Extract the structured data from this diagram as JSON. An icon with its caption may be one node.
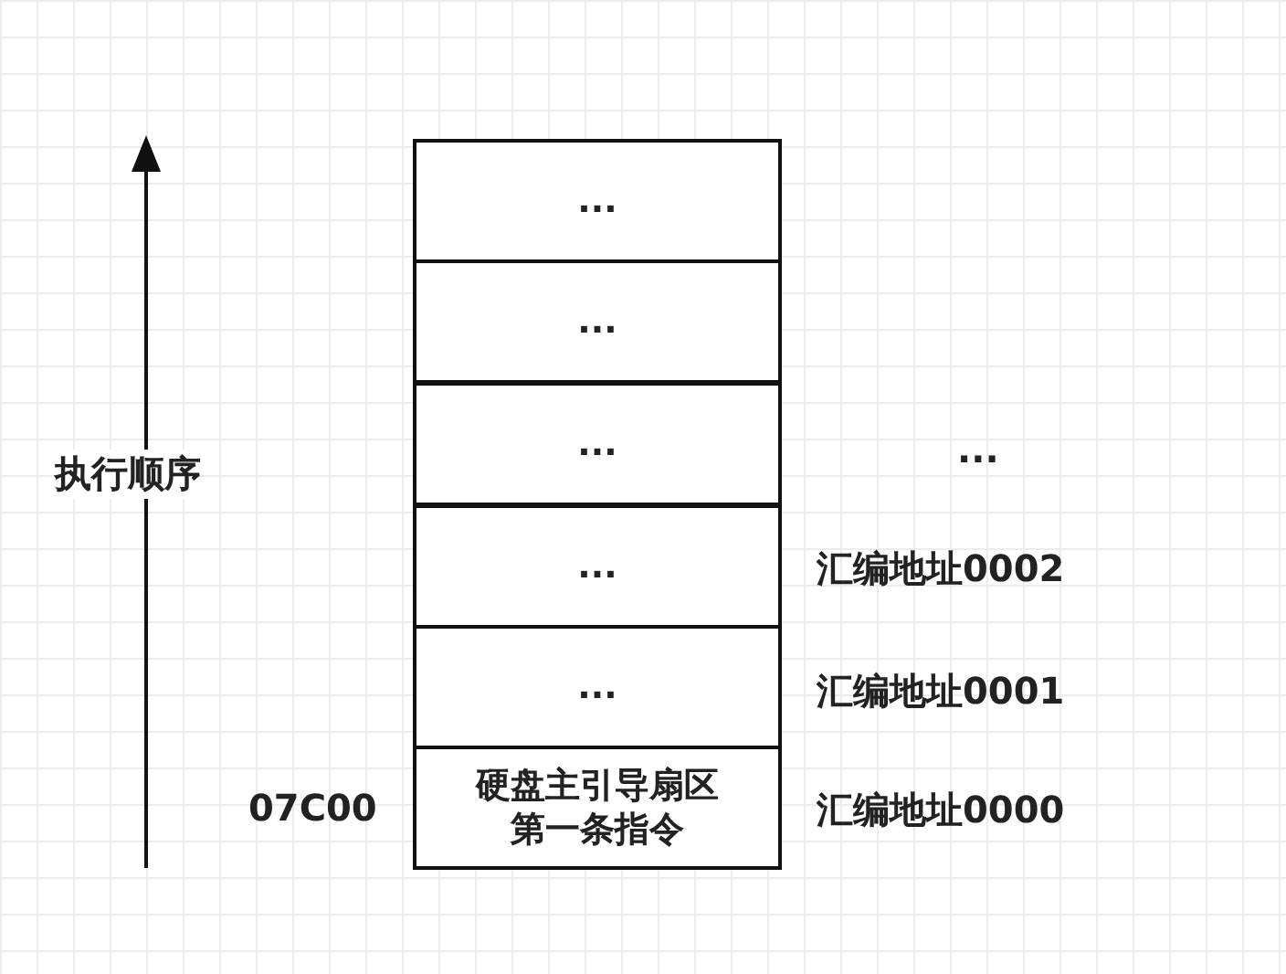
{
  "diagram": {
    "nodes": [
      {
        "text": [
          "..."
        ]
      },
      {
        "text": [
          "..."
        ]
      },
      {
        "text": [
          "..."
        ]
      },
      {
        "text": [
          "..."
        ]
      },
      {
        "text": [
          "..."
        ]
      },
      {
        "text": [
          "硬盘主引导扇区第一条指令"
        ]
      }
    ],
    "edges": [],
    "labels": [
      "执行顺序",
      "...",
      "汇编地址0002",
      "汇编地址0001",
      "07C00",
      "汇编地址0000"
    ]
  }
}
